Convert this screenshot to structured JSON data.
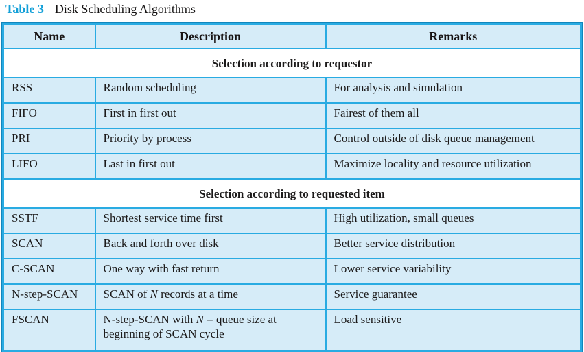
{
  "caption": {
    "label": "Table 3",
    "title": "Disk Scheduling Algorithms"
  },
  "colors": {
    "accent_border": "#29abe2",
    "outer_line": "#1286bc",
    "cell_background": "#d6ecf8",
    "section_background": "#ffffff",
    "caption_accent": "#14a0d8",
    "text": "#1c1a1a"
  },
  "table": {
    "headers": [
      "Name",
      "Description",
      "Remarks"
    ],
    "sections": [
      {
        "heading": "Selection according to requestor",
        "rows": [
          {
            "name": "RSS",
            "desc_pre": "Random scheduling",
            "remarks": "For analysis and simulation"
          },
          {
            "name": "FIFO",
            "desc_pre": "First in first out",
            "remarks": "Fairest of them all"
          },
          {
            "name": "PRI",
            "desc_pre": "Priority by process",
            "remarks": "Control outside of disk queue management"
          },
          {
            "name": "LIFO",
            "desc_pre": "Last in first out",
            "remarks": "Maximize locality and resource utilization"
          }
        ]
      },
      {
        "heading": "Selection according to requested item",
        "rows": [
          {
            "name": "SSTF",
            "desc_pre": "Shortest service time first",
            "remarks": "High utilization, small queues"
          },
          {
            "name": "SCAN",
            "desc_pre": "Back and forth over disk",
            "remarks": "Better service distribution"
          },
          {
            "name": "C-SCAN",
            "desc_pre": "One way with fast return",
            "remarks": "Lower service variability"
          },
          {
            "name": "N-step-SCAN",
            "desc_pre": "SCAN of ",
            "desc_n": "N",
            "desc_post": " records at a time",
            "remarks": "Service guarantee"
          },
          {
            "name": "FSCAN",
            "desc_pre": "N-step-SCAN with ",
            "desc_n": "N",
            "desc_post": " = queue size at\nbeginning of SCAN cycle",
            "remarks": "Load sensitive"
          }
        ]
      }
    ]
  }
}
